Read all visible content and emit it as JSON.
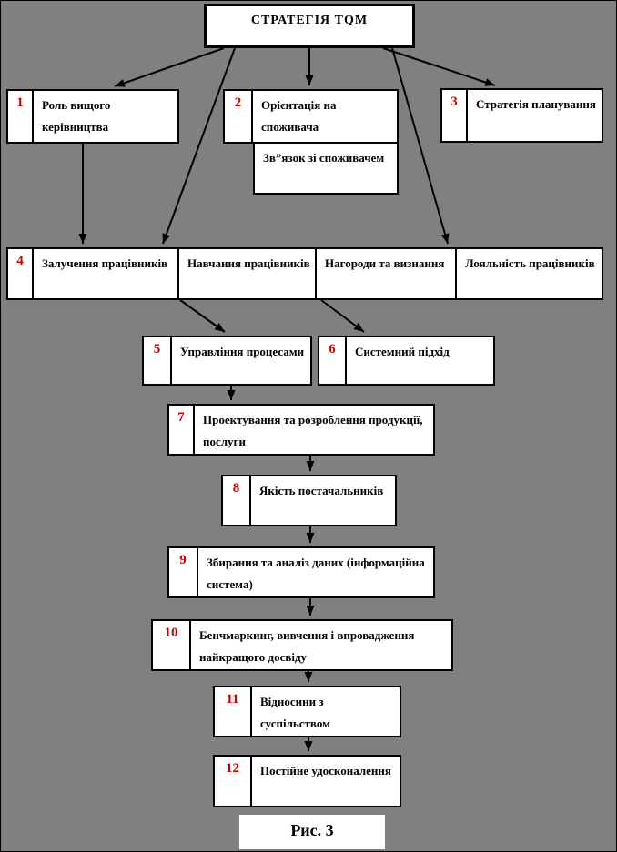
{
  "diagram": {
    "title": "СТРАТЕГІЯ  TQM",
    "caption": "Рис. 3",
    "colors": {
      "background": "#808080",
      "box_fill": "#ffffff",
      "line": "#000000",
      "number_red": "#cc0000"
    },
    "nodes": {
      "n1": {
        "num": "1",
        "label": "Роль вищого керівництва"
      },
      "n2": {
        "num": "2",
        "label": "Орієнтація на споживача"
      },
      "n2_link": {
        "label": "Зв”язок зі споживачем"
      },
      "n3": {
        "num": "3",
        "label": "Стратегія планування"
      },
      "n4": {
        "num": "4",
        "cells": [
          "Залучення працівників",
          "Навчання працівників",
          "Нагороди та визнання",
          "Лояльність працівників"
        ]
      },
      "n5": {
        "num": "5",
        "label": "Управління процесами"
      },
      "n6": {
        "num": "6",
        "label": "Системний підхід"
      },
      "n7": {
        "num": "7",
        "label": "Проектування та розроблення продукції, послуги"
      },
      "n8": {
        "num": "8",
        "label": "Якість постачальників"
      },
      "n9": {
        "num": "9",
        "label": "Збирання та аналіз даних (інформаційна система)"
      },
      "n10": {
        "num": "10",
        "label": "Бенчмаркинг, вивчення і впровадження найкращого досвіду"
      },
      "n11": {
        "num": "11",
        "label": "Відносини з суспільством"
      },
      "n12": {
        "num": "12",
        "label": "Постійне удосконалення"
      }
    }
  }
}
